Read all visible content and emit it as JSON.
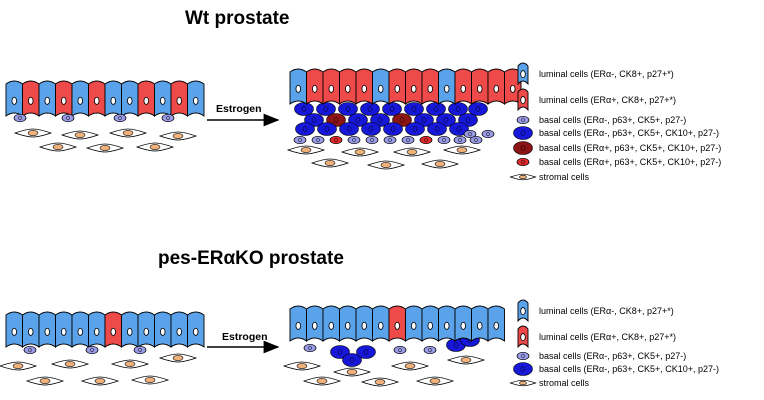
{
  "titles": {
    "top": "Wt prostate",
    "bottom": "pes-ERαKO prostate"
  },
  "arrow_label": "Estrogen",
  "colors": {
    "luminal_era_neg": "#5aa2ea",
    "luminal_era_pos": "#ef4a4a",
    "basal_small": "#9b9ce8",
    "basal_large": "#1717d9",
    "basal_large_era_pos": "#8c1414",
    "basal_small_era_pos": "#e02c2c",
    "stromal_nucleus": "#f0b27a"
  },
  "legend_top": [
    {
      "icon": "luminal-blue",
      "text": "luminal cells (ERα-, CK8+, p27+*)"
    },
    {
      "icon": "luminal-red",
      "text": "luminal cells (ERα+, CK8+, p27+*)"
    },
    {
      "icon": "basal-small-lavender",
      "text": "basal cells (ERα-, p63+, CK5+, p27-)"
    },
    {
      "icon": "basal-large-blue",
      "text": "basal cells (ERα-, p63+, CK5+, CK10+, p27-)"
    },
    {
      "icon": "basal-large-darkred",
      "text": "basal cells (ERα+, p63+, CK5+, CK10+, p27-)"
    },
    {
      "icon": "basal-small-red",
      "text": "basal cells (ERα+, p63+, CK5+, CK10+, p27-)"
    },
    {
      "icon": "stromal",
      "text": "stromal cells"
    }
  ],
  "legend_bottom": [
    {
      "icon": "luminal-blue",
      "text": "luminal cells (ERα-, CK8+, p27+*)"
    },
    {
      "icon": "luminal-red",
      "text": "luminal cells (ERα+, CK8+, p27+*)"
    },
    {
      "icon": "basal-small-lavender",
      "text": "basal cells (ERα-, p63+, CK5+, p27-)"
    },
    {
      "icon": "basal-large-blue",
      "text": "basal cells (ERα-, p63+, CK5+, CK10+, p27-)"
    },
    {
      "icon": "stromal",
      "text": "stromal cells"
    }
  ]
}
